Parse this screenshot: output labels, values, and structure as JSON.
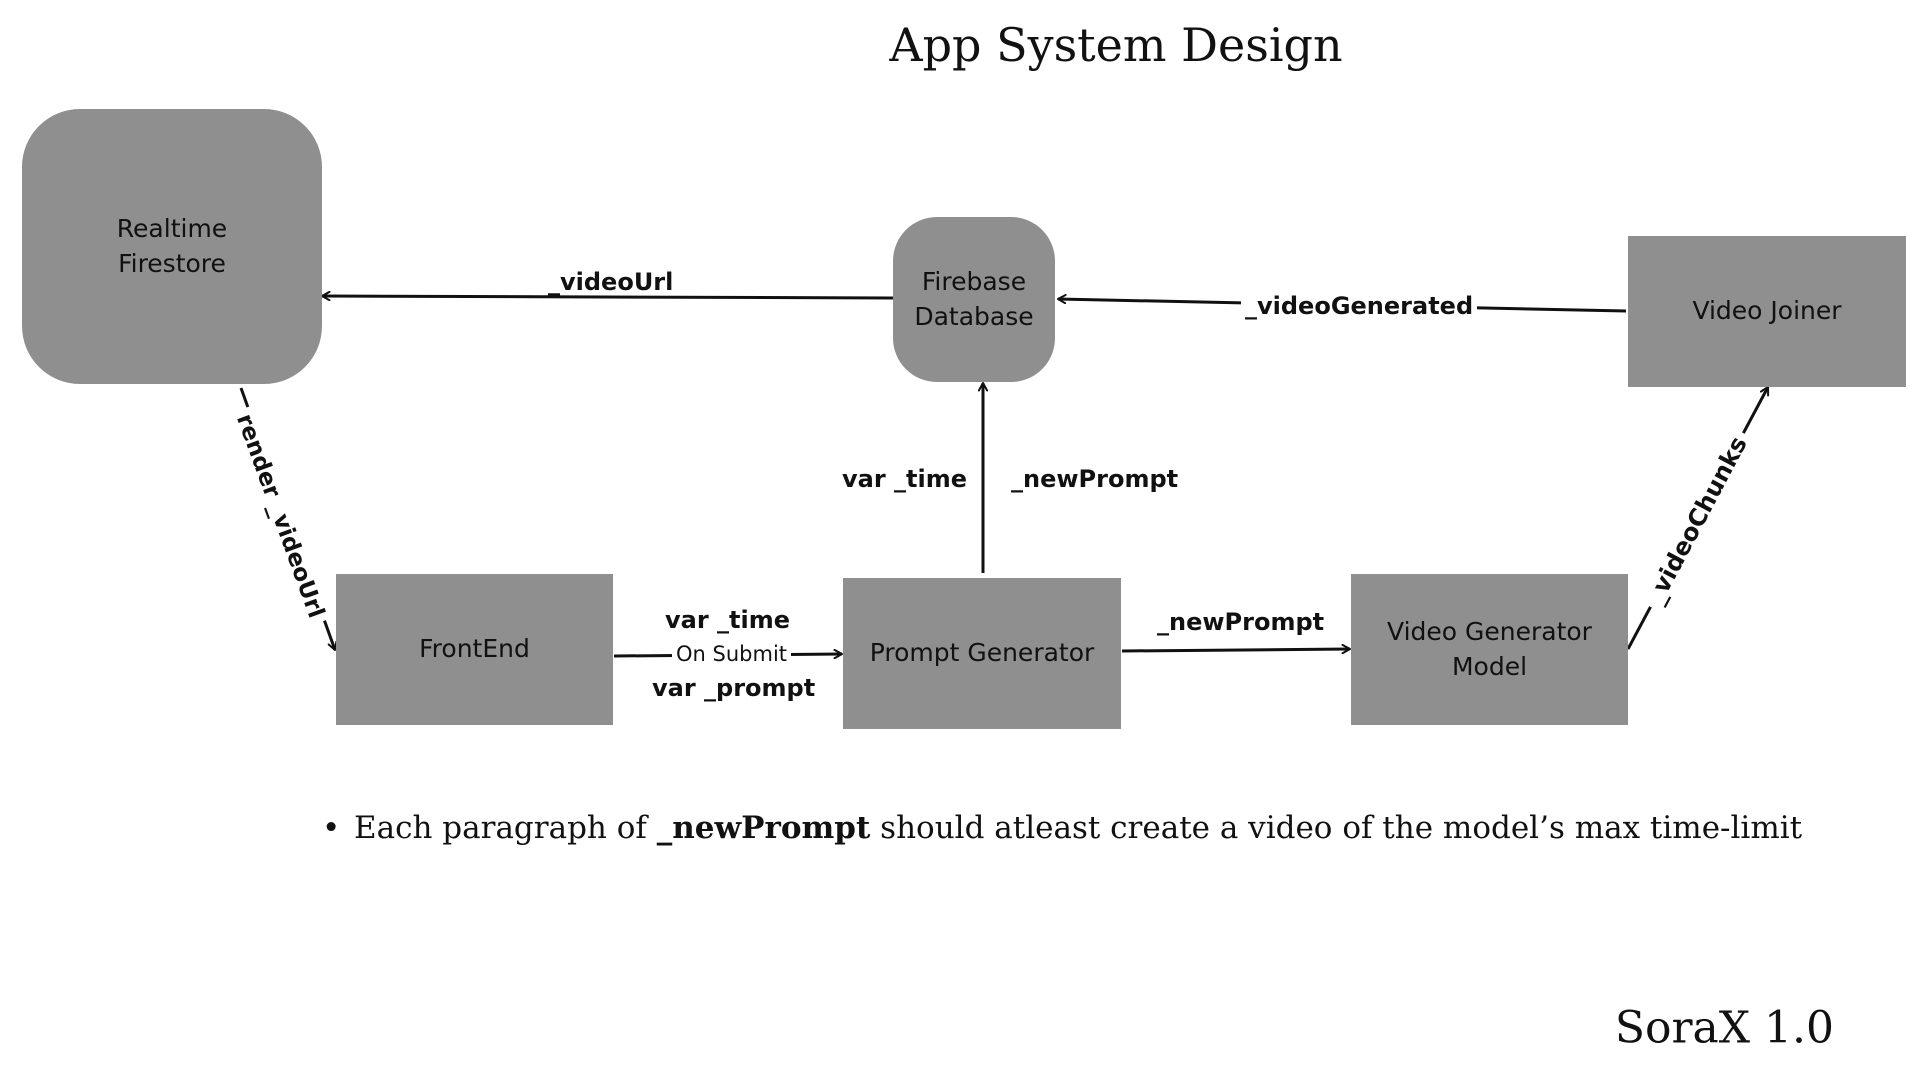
{
  "title": "App System Design",
  "nodes": {
    "realtime_firestore": [
      "Realtime",
      "Firestore"
    ],
    "firebase_database": [
      "Firebase",
      "Database"
    ],
    "video_joiner": [
      "Video Joiner"
    ],
    "frontend": [
      "FrontEnd"
    ],
    "prompt_generator": [
      "Prompt Generator"
    ],
    "video_generator_model": [
      "Video Generator",
      "Model"
    ]
  },
  "edges": {
    "video_url": "_videoUrl",
    "video_generated": "_videoGenerated",
    "render_video_url": "render _videoUrl",
    "var_time_up": "var _time",
    "new_prompt_up": "_newPrompt",
    "var_time_submit": "var _time",
    "on_submit": "On Submit",
    "var_prompt": "var _prompt",
    "new_prompt_right": "_newPrompt",
    "video_chunks": "_videoChunks"
  },
  "note": {
    "bullet": "•",
    "prefix": "Each paragraph of ",
    "highlight": "_newPrompt",
    "suffix": " should atleast create a video of the model’s max time-limit"
  },
  "brand": "SoraX 1.0"
}
